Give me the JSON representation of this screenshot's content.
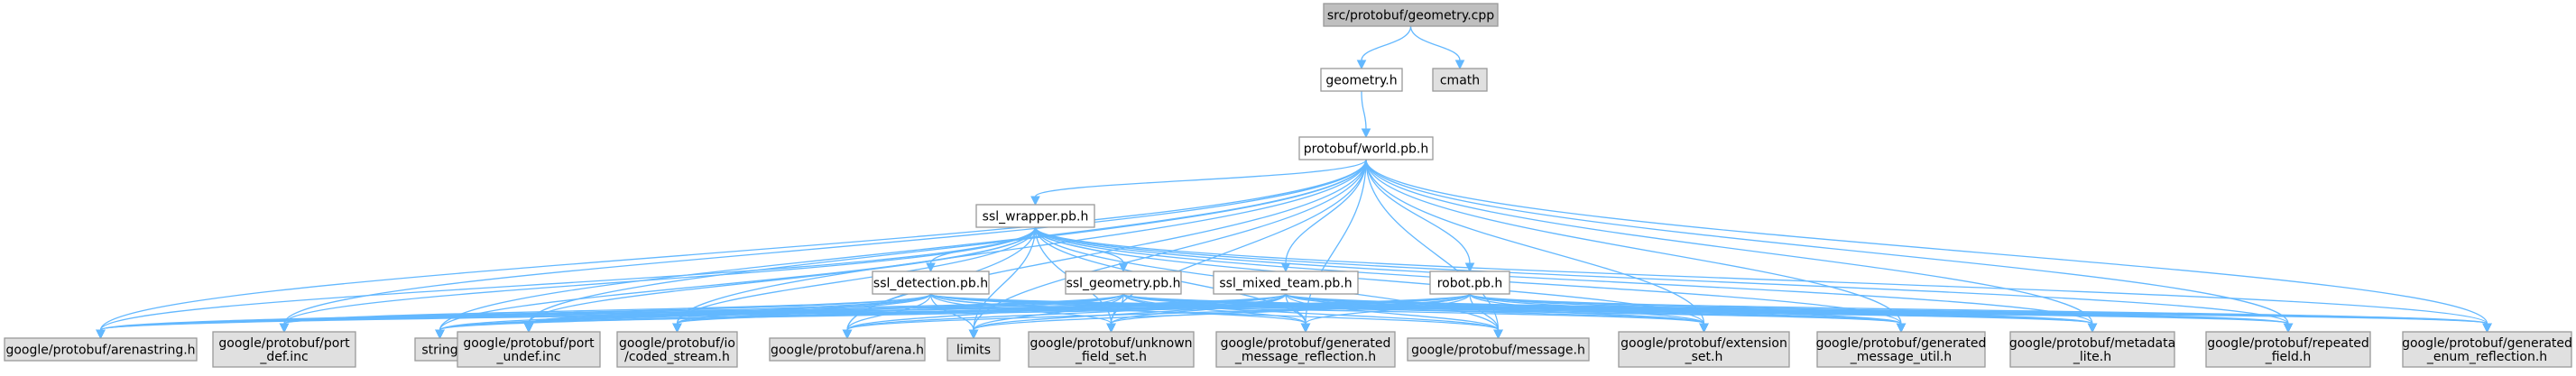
{
  "colors": {
    "edge": "#63b8ff",
    "node_border": "#999999",
    "node_root_fill": "#bfbfbf",
    "node_project_fill": "#ffffff",
    "node_external_fill": "#e0e0e0",
    "text": "#000000"
  },
  "nodes": [
    {
      "id": "geometry_cpp",
      "lines": [
        "src/protobuf/geometry.cpp"
      ],
      "kind": "root"
    },
    {
      "id": "geometry_h",
      "lines": [
        "geometry.h"
      ],
      "kind": "project"
    },
    {
      "id": "cmath",
      "lines": [
        "cmath"
      ],
      "kind": "external"
    },
    {
      "id": "world_pb",
      "lines": [
        "protobuf/world.pb.h"
      ],
      "kind": "project"
    },
    {
      "id": "ssl_wrapper",
      "lines": [
        "ssl_wrapper.pb.h"
      ],
      "kind": "project"
    },
    {
      "id": "ssl_detection",
      "lines": [
        "ssl_detection.pb.h"
      ],
      "kind": "project"
    },
    {
      "id": "ssl_geometry",
      "lines": [
        "ssl_geometry.pb.h"
      ],
      "kind": "project"
    },
    {
      "id": "ssl_mixed_team",
      "lines": [
        "ssl_mixed_team.pb.h"
      ],
      "kind": "project"
    },
    {
      "id": "robot_pb",
      "lines": [
        "robot.pb.h"
      ],
      "kind": "project"
    },
    {
      "id": "arenastring",
      "lines": [
        "google/protobuf/arenastring.h"
      ],
      "kind": "external"
    },
    {
      "id": "port_def",
      "lines": [
        "google/protobuf/port",
        "_def.inc"
      ],
      "kind": "external"
    },
    {
      "id": "string",
      "lines": [
        "string"
      ],
      "kind": "external"
    },
    {
      "id": "port_undef",
      "lines": [
        "google/protobuf/port",
        "_undef.inc"
      ],
      "kind": "external"
    },
    {
      "id": "coded_stream",
      "lines": [
        "google/protobuf/io",
        "/coded_stream.h"
      ],
      "kind": "external"
    },
    {
      "id": "arena",
      "lines": [
        "google/protobuf/arena.h"
      ],
      "kind": "external"
    },
    {
      "id": "limits",
      "lines": [
        "limits"
      ],
      "kind": "external"
    },
    {
      "id": "unknown_field",
      "lines": [
        "google/protobuf/unknown",
        "_field_set.h"
      ],
      "kind": "external"
    },
    {
      "id": "gen_msg_refl",
      "lines": [
        "google/protobuf/generated",
        "_message_reflection.h"
      ],
      "kind": "external"
    },
    {
      "id": "message",
      "lines": [
        "google/protobuf/message.h"
      ],
      "kind": "external"
    },
    {
      "id": "extension_set",
      "lines": [
        "google/protobuf/extension",
        "_set.h"
      ],
      "kind": "external"
    },
    {
      "id": "gen_msg_util",
      "lines": [
        "google/protobuf/generated",
        "_message_util.h"
      ],
      "kind": "external"
    },
    {
      "id": "metadata_lite",
      "lines": [
        "google/protobuf/metadata",
        "_lite.h"
      ],
      "kind": "external"
    },
    {
      "id": "repeated_field",
      "lines": [
        "google/protobuf/repeated",
        "_field.h"
      ],
      "kind": "external"
    },
    {
      "id": "gen_enum_refl",
      "lines": [
        "google/protobuf/generated",
        "_enum_reflection.h"
      ],
      "kind": "external"
    }
  ],
  "edges": [
    [
      "geometry_cpp",
      "geometry_h"
    ],
    [
      "geometry_cpp",
      "cmath"
    ],
    [
      "geometry_h",
      "world_pb"
    ],
    [
      "world_pb",
      "ssl_wrapper"
    ],
    [
      "world_pb",
      "ssl_mixed_team"
    ],
    [
      "world_pb",
      "robot_pb"
    ],
    [
      "world_pb",
      "arenastring"
    ],
    [
      "world_pb",
      "port_def"
    ],
    [
      "world_pb",
      "string"
    ],
    [
      "world_pb",
      "port_undef"
    ],
    [
      "world_pb",
      "coded_stream"
    ],
    [
      "world_pb",
      "arena"
    ],
    [
      "world_pb",
      "limits"
    ],
    [
      "world_pb",
      "unknown_field"
    ],
    [
      "world_pb",
      "gen_msg_refl"
    ],
    [
      "world_pb",
      "message"
    ],
    [
      "world_pb",
      "extension_set"
    ],
    [
      "world_pb",
      "gen_msg_util"
    ],
    [
      "world_pb",
      "metadata_lite"
    ],
    [
      "world_pb",
      "repeated_field"
    ],
    [
      "world_pb",
      "gen_enum_refl"
    ],
    [
      "ssl_wrapper",
      "ssl_detection"
    ],
    [
      "ssl_wrapper",
      "ssl_geometry"
    ],
    [
      "ssl_wrapper",
      "arenastring"
    ],
    [
      "ssl_wrapper",
      "port_def"
    ],
    [
      "ssl_wrapper",
      "string"
    ],
    [
      "ssl_wrapper",
      "port_undef"
    ],
    [
      "ssl_wrapper",
      "coded_stream"
    ],
    [
      "ssl_wrapper",
      "arena"
    ],
    [
      "ssl_wrapper",
      "limits"
    ],
    [
      "ssl_wrapper",
      "unknown_field"
    ],
    [
      "ssl_wrapper",
      "gen_msg_refl"
    ],
    [
      "ssl_wrapper",
      "message"
    ],
    [
      "ssl_wrapper",
      "extension_set"
    ],
    [
      "ssl_wrapper",
      "gen_msg_util"
    ],
    [
      "ssl_wrapper",
      "metadata_lite"
    ],
    [
      "ssl_wrapper",
      "repeated_field"
    ],
    [
      "ssl_wrapper",
      "gen_enum_refl"
    ],
    [
      "ssl_detection",
      "arenastring"
    ],
    [
      "ssl_detection",
      "port_def"
    ],
    [
      "ssl_detection",
      "string"
    ],
    [
      "ssl_detection",
      "port_undef"
    ],
    [
      "ssl_detection",
      "coded_stream"
    ],
    [
      "ssl_detection",
      "arena"
    ],
    [
      "ssl_detection",
      "limits"
    ],
    [
      "ssl_detection",
      "unknown_field"
    ],
    [
      "ssl_detection",
      "gen_msg_refl"
    ],
    [
      "ssl_detection",
      "message"
    ],
    [
      "ssl_detection",
      "extension_set"
    ],
    [
      "ssl_detection",
      "gen_msg_util"
    ],
    [
      "ssl_detection",
      "metadata_lite"
    ],
    [
      "ssl_detection",
      "repeated_field"
    ],
    [
      "ssl_detection",
      "gen_enum_refl"
    ],
    [
      "ssl_geometry",
      "arenastring"
    ],
    [
      "ssl_geometry",
      "port_def"
    ],
    [
      "ssl_geometry",
      "string"
    ],
    [
      "ssl_geometry",
      "port_undef"
    ],
    [
      "ssl_geometry",
      "coded_stream"
    ],
    [
      "ssl_geometry",
      "arena"
    ],
    [
      "ssl_geometry",
      "limits"
    ],
    [
      "ssl_geometry",
      "unknown_field"
    ],
    [
      "ssl_geometry",
      "gen_msg_refl"
    ],
    [
      "ssl_geometry",
      "message"
    ],
    [
      "ssl_geometry",
      "extension_set"
    ],
    [
      "ssl_geometry",
      "gen_msg_util"
    ],
    [
      "ssl_geometry",
      "metadata_lite"
    ],
    [
      "ssl_geometry",
      "repeated_field"
    ],
    [
      "ssl_geometry",
      "gen_enum_refl"
    ],
    [
      "ssl_mixed_team",
      "arenastring"
    ],
    [
      "ssl_mixed_team",
      "port_def"
    ],
    [
      "ssl_mixed_team",
      "string"
    ],
    [
      "ssl_mixed_team",
      "port_undef"
    ],
    [
      "ssl_mixed_team",
      "coded_stream"
    ],
    [
      "ssl_mixed_team",
      "arena"
    ],
    [
      "ssl_mixed_team",
      "limits"
    ],
    [
      "ssl_mixed_team",
      "unknown_field"
    ],
    [
      "ssl_mixed_team",
      "gen_msg_refl"
    ],
    [
      "ssl_mixed_team",
      "message"
    ],
    [
      "ssl_mixed_team",
      "extension_set"
    ],
    [
      "ssl_mixed_team",
      "gen_msg_util"
    ],
    [
      "ssl_mixed_team",
      "metadata_lite"
    ],
    [
      "ssl_mixed_team",
      "repeated_field"
    ],
    [
      "ssl_mixed_team",
      "gen_enum_refl"
    ],
    [
      "robot_pb",
      "arenastring"
    ],
    [
      "robot_pb",
      "port_def"
    ],
    [
      "robot_pb",
      "string"
    ],
    [
      "robot_pb",
      "port_undef"
    ],
    [
      "robot_pb",
      "coded_stream"
    ],
    [
      "robot_pb",
      "arena"
    ],
    [
      "robot_pb",
      "limits"
    ],
    [
      "robot_pb",
      "unknown_field"
    ],
    [
      "robot_pb",
      "gen_msg_refl"
    ],
    [
      "robot_pb",
      "message"
    ],
    [
      "robot_pb",
      "extension_set"
    ],
    [
      "robot_pb",
      "gen_msg_util"
    ],
    [
      "robot_pb",
      "metadata_lite"
    ],
    [
      "robot_pb",
      "repeated_field"
    ],
    [
      "robot_pb",
      "gen_enum_refl"
    ]
  ]
}
